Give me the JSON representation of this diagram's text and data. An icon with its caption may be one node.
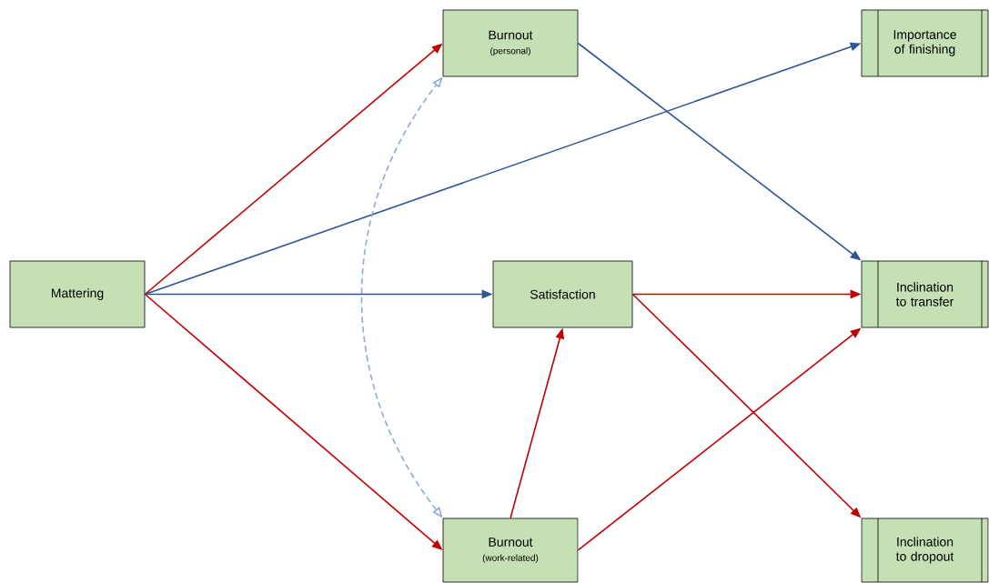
{
  "diagram": {
    "nodes": [
      {
        "text": [
          "Mattering"
        ]
      },
      {
        "text": [
          "Burnout",
          "(personal)"
        ]
      },
      {
        "text": [
          "Importance of finishing"
        ]
      },
      {
        "text": [
          "Satisfaction"
        ]
      },
      {
        "text": [
          "Inclination to transfer"
        ]
      },
      {
        "text": [
          "Burnout",
          "(work-related)"
        ]
      },
      {
        "text": [
          "Inclination to dropout"
        ]
      }
    ],
    "edges": [
      {
        "from": 0,
        "to": 1,
        "arrow": "to"
      },
      {
        "from": 0,
        "to": 2,
        "arrow": "to",
        "color": "#2f5597"
      },
      {
        "from": 0,
        "to": 3,
        "arrow": "to",
        "color": "#2f5597"
      },
      {
        "from": 0,
        "to": 5,
        "arrow": "to"
      },
      {
        "from": 1,
        "to": 4,
        "arrow": "to",
        "color": "#2f5597"
      },
      {
        "from": 3,
        "to": 4,
        "arrow": "to"
      },
      {
        "from": 3,
        "to": 6,
        "arrow": "to"
      },
      {
        "from": 5,
        "to": 3,
        "arrow": "to"
      },
      {
        "from": 5,
        "to": 4,
        "arrow": "to"
      },
      {
        "from": 5,
        "to": 1,
        "arrow": "both",
        "style": "dashed",
        "color": "#8eaadb"
      }
    ]
  }
}
